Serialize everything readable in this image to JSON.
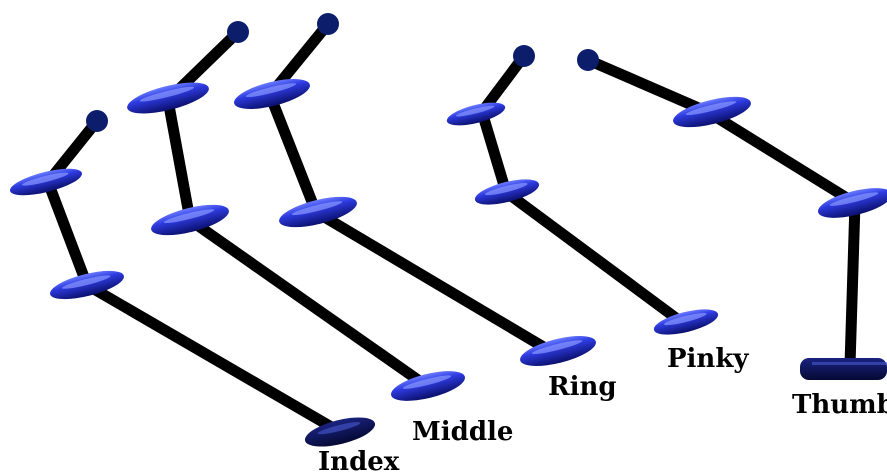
{
  "fingers": [
    {
      "name": "Index"
    },
    {
      "name": "Middle"
    },
    {
      "name": "Ring"
    },
    {
      "name": "Pinky"
    },
    {
      "name": "Thumb"
    }
  ],
  "colors": {
    "bone": "#000000",
    "joint_light": "#5a6cf5",
    "joint_mid": "#2430d0",
    "joint_dark": "#0a0f6a",
    "tip": "#0c1e6b",
    "label": "#000000"
  }
}
